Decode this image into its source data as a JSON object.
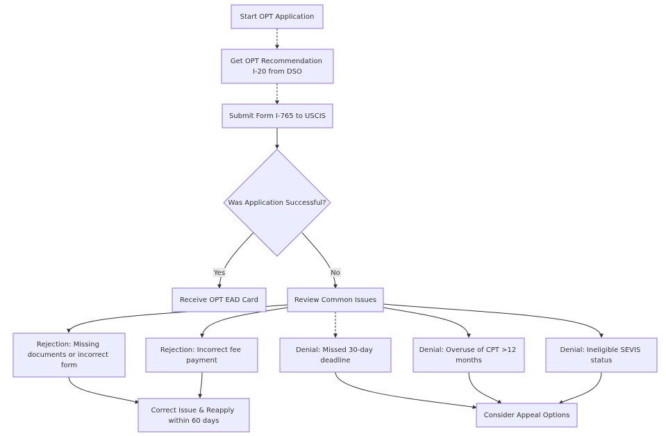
{
  "nodes": {
    "start": [
      "Start OPT Application"
    ],
    "recommend": [
      "Get OPT Recommendation",
      "I-20 from DSO"
    ],
    "submit": [
      "Submit Form I-765 to USCIS"
    ],
    "decision": [
      "Was Application Successful?"
    ],
    "receive": [
      "Receive OPT EAD Card"
    ],
    "review": [
      "Review Common Issues"
    ],
    "rej_docs": [
      "Rejection: Missing",
      "documents or incorrect",
      "form"
    ],
    "rej_fee": [
      "Rejection: Incorrect fee",
      "payment"
    ],
    "den_deadline": [
      "Denial: Missed 30-day",
      "deadline"
    ],
    "den_cpt": [
      "Denial: Overuse of CPT >12",
      "months"
    ],
    "den_sevis": [
      "Denial: Ineligible SEVIS",
      "status"
    ],
    "reapply": [
      "Correct Issue & Reapply",
      "within 60 days"
    ],
    "appeal": [
      "Consider Appeal Options"
    ]
  },
  "edge_labels": {
    "yes": "Yes",
    "no": "No"
  },
  "colors": {
    "node_fill": "#ECECFF",
    "node_stroke": "#9370DB",
    "edge": "#333333",
    "text": "#333333",
    "label_bg": "#e8e8e8"
  }
}
